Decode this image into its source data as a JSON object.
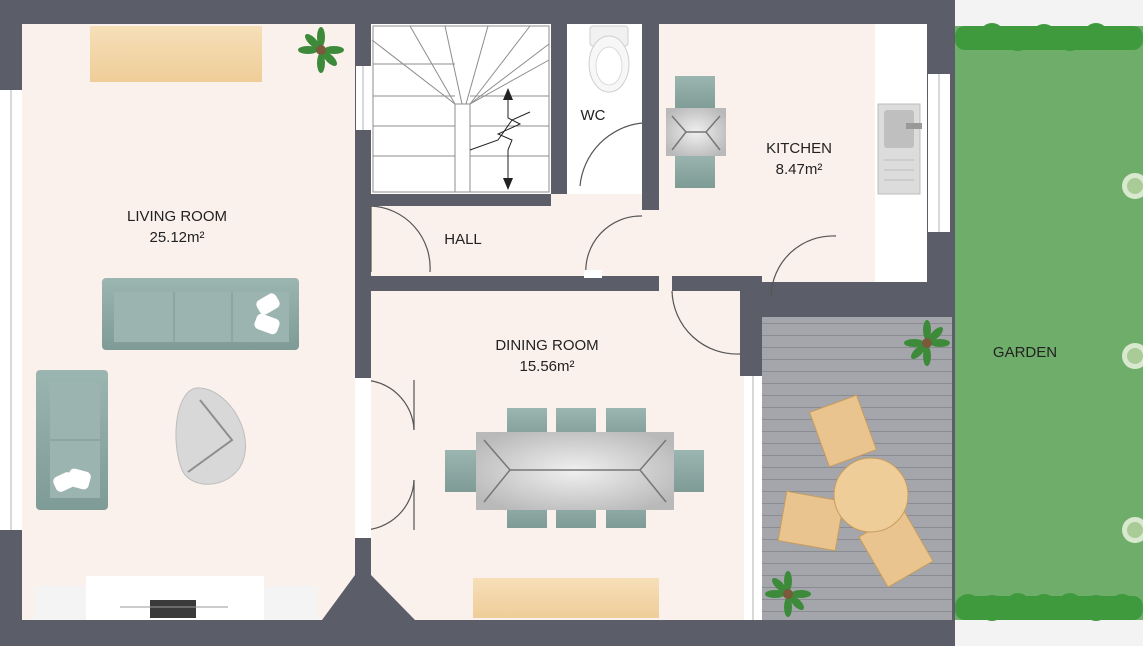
{
  "rooms": {
    "living": {
      "name": "LIVING ROOM",
      "area": "25.12m²"
    },
    "hall": {
      "name": "HALL"
    },
    "wc": {
      "name": "WC"
    },
    "kitchen": {
      "name": "KITCHEN",
      "area": "8.47m²"
    },
    "dining": {
      "name": "DINING ROOM",
      "area": "15.56m²"
    },
    "garden": {
      "name": "GARDEN"
    }
  },
  "colors": {
    "wall": "#5b5d68",
    "floor": "#fbf1ec",
    "grass": "#6fae6a",
    "hedge": "#3f9a3d",
    "deck": "#9c9ea3",
    "furniture_teal": "#8fa9a4",
    "wood": "#f4d8ac"
  }
}
